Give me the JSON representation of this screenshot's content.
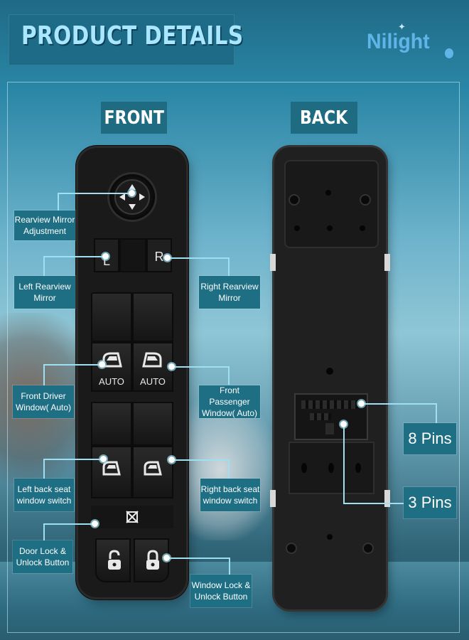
{
  "header": {
    "title": "PRODUCT DETAILS",
    "brand": "Nilight"
  },
  "tags": {
    "front": "FRONT",
    "back": "BACK"
  },
  "switch": {
    "mirror_left_key": "L",
    "mirror_right_key": "R",
    "auto_label_left": "AUTO",
    "auto_label_right": "AUTO"
  },
  "callouts": {
    "rearview_mirror": "Rearview Mirror Adjustment",
    "left_mirror": "Left Rearview Mirror",
    "right_mirror": "Right Rearview Mirror",
    "front_driver": "Front Driver Window( Auto)",
    "front_passenger": "Front Passenger Window( Auto)",
    "left_back": "Left back seat window switch",
    "right_back": "Right back seat window switch",
    "door_lock": "Door Lock & Unlock Button",
    "window_lock": "Window Lock & Unlock Button",
    "pins8": "8 Pins",
    "pins3": "3 Pins"
  },
  "colors": {
    "callout_bg": "#1e6e84",
    "tag_bg": "#1e6b82",
    "leader_line": "#9ee0f2",
    "title_color": "#a9e6ff",
    "brand_color": "#5fb5e8"
  },
  "icons": [
    "mirror-joystick-icon",
    "window-auto-icon",
    "window-icon",
    "child-lock-crossed-icon",
    "padlock-open-icon",
    "padlock-closed-icon",
    "sparkle-icon"
  ]
}
